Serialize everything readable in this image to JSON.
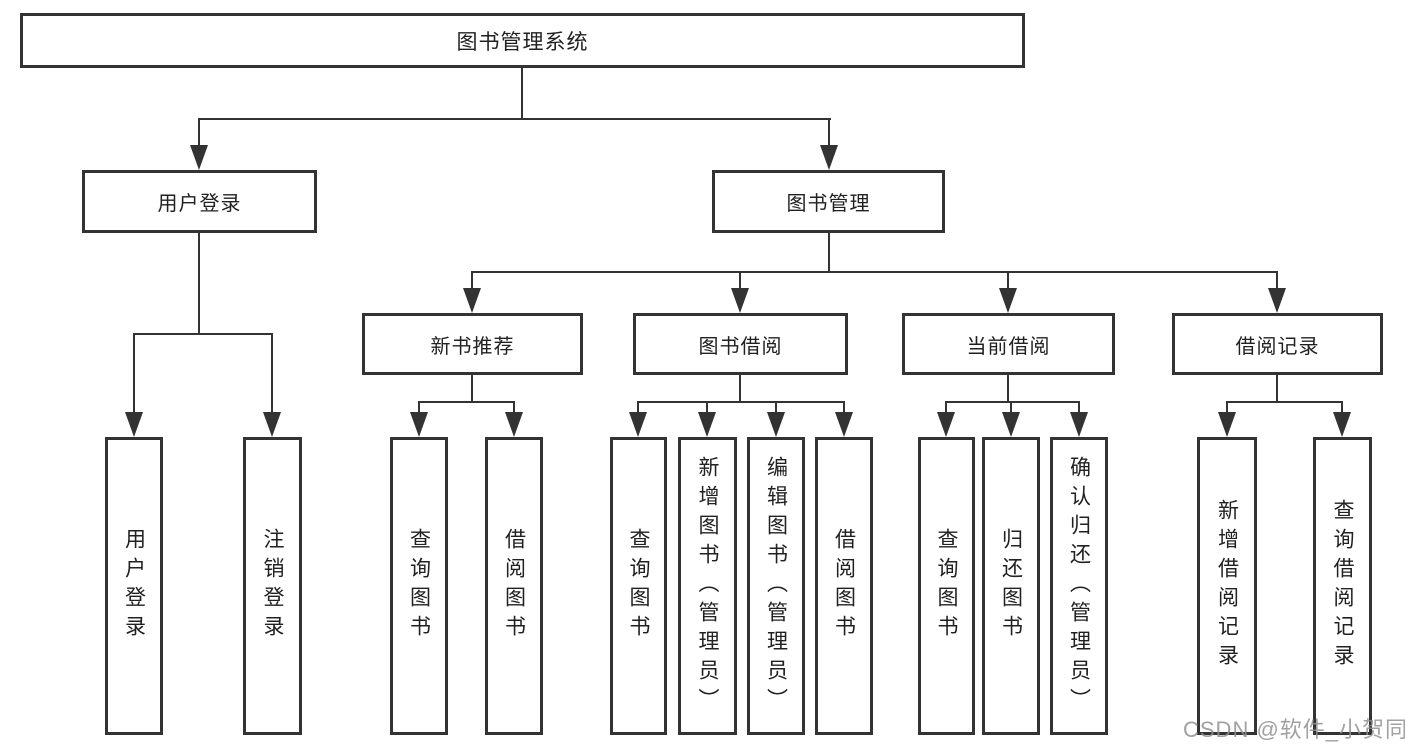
{
  "diagram": {
    "title": "图书管理系统",
    "level1": {
      "user_login": "用户登录",
      "book_mgmt": "图书管理"
    },
    "level2": {
      "new_books": "新书推荐",
      "book_borrow": "图书借阅",
      "current_borrow": "当前借阅",
      "borrow_records": "借阅记录"
    },
    "leaves": {
      "user_login": "用户登录",
      "logout": "注销登录",
      "nb_query": "查询图书",
      "nb_borrow": "借阅图书",
      "bb_query": "查询图书",
      "bb_add": "新增图书（管理员）",
      "bb_edit": "编辑图书（管理员）",
      "bb_borrow": "借阅图书",
      "cb_query": "查询图书",
      "cb_return": "归还图书",
      "cb_confirm": "确认归还（管理员）",
      "br_add": "新增借阅记录",
      "br_query": "查询借阅记录"
    }
  },
  "watermark": "CSDN @软件_小贺同学",
  "colors": {
    "line": "#333333",
    "text": "#212121",
    "background": "#ffffff",
    "watermark": "#919191"
  }
}
